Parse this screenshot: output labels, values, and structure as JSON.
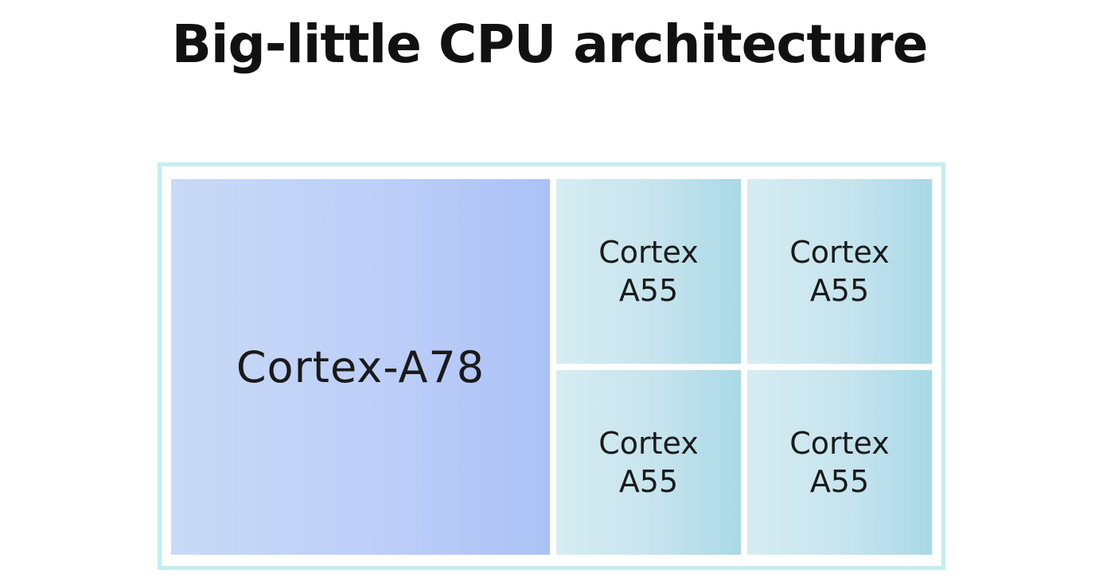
{
  "title": "Big-little CPU architecture",
  "diagram": {
    "big_core": {
      "label": "Cortex-A78",
      "color": "#bccdf8"
    },
    "little_cores": [
      {
        "label": "Cortex\nA55"
      },
      {
        "label": "Cortex\nA55"
      },
      {
        "label": "Cortex\nA55"
      },
      {
        "label": "Cortex\nA55"
      }
    ],
    "colors": {
      "little_core": "#c6e4ee",
      "frame_border": "#c3ecf3"
    }
  }
}
